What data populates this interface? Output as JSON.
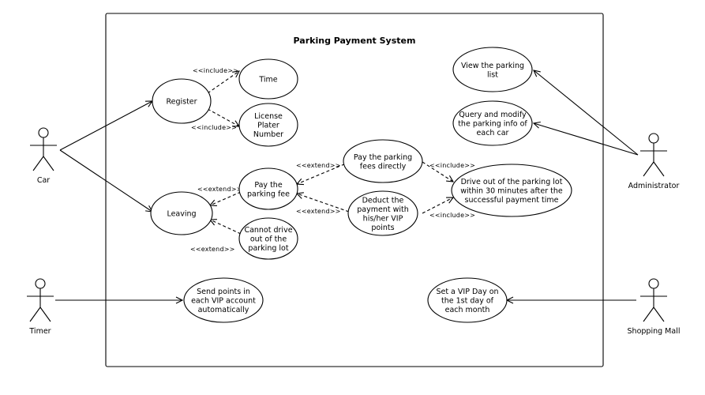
{
  "system": {
    "title": "Parking Payment System"
  },
  "actors": {
    "car": "Car",
    "timer": "Timer",
    "administrator": "Administrator",
    "mall": "Shopping Mall"
  },
  "use_cases": {
    "register": [
      "Register"
    ],
    "time": [
      "Time"
    ],
    "license": [
      "License",
      "Plater",
      "Number"
    ],
    "leaving": [
      "Leaving"
    ],
    "pay_fee": [
      "Pay the",
      "parking fee"
    ],
    "cannot_drive": [
      "Cannot drive",
      "out of the",
      "parking lot"
    ],
    "pay_directly": [
      "Pay the parking",
      "fees directly"
    ],
    "deduct_vip": [
      "Deduct the",
      "payment with",
      "his/her VIP",
      "points"
    ],
    "drive_out": [
      "Drive out of the parking lot",
      "within 30 minutes after the",
      "successful payment time"
    ],
    "view_list": [
      "View the parking",
      "list"
    ],
    "query_modify": [
      "Query and modify",
      "the parking info of",
      "each car"
    ],
    "send_points": [
      "Send points in",
      "each VIP account",
      "automatically"
    ],
    "vip_day": [
      "Set a VIP Day on",
      "the 1st day of",
      "each month"
    ]
  },
  "stereotypes": {
    "include": "<<include>>",
    "extend": "<<extend>>"
  }
}
